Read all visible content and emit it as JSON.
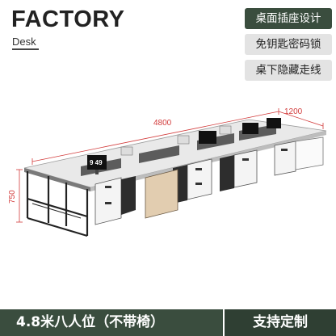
{
  "header": {
    "title": "FACTORY",
    "subtitle": "Desk"
  },
  "features": [
    {
      "label": "桌面插座设计",
      "active": true
    },
    {
      "label": "免钥匙密码锁",
      "active": false
    },
    {
      "label": "桌下隐藏走线",
      "active": false
    }
  ],
  "dimensions": {
    "length": "4800",
    "depth": "1200",
    "height": "750"
  },
  "monitor_clock": "9 49",
  "footer": {
    "product": "4.8米八人位（不带椅）",
    "action": "支持定制"
  },
  "colors": {
    "brand_green": "#3a4d3e",
    "dim_red": "#d23b3b"
  }
}
